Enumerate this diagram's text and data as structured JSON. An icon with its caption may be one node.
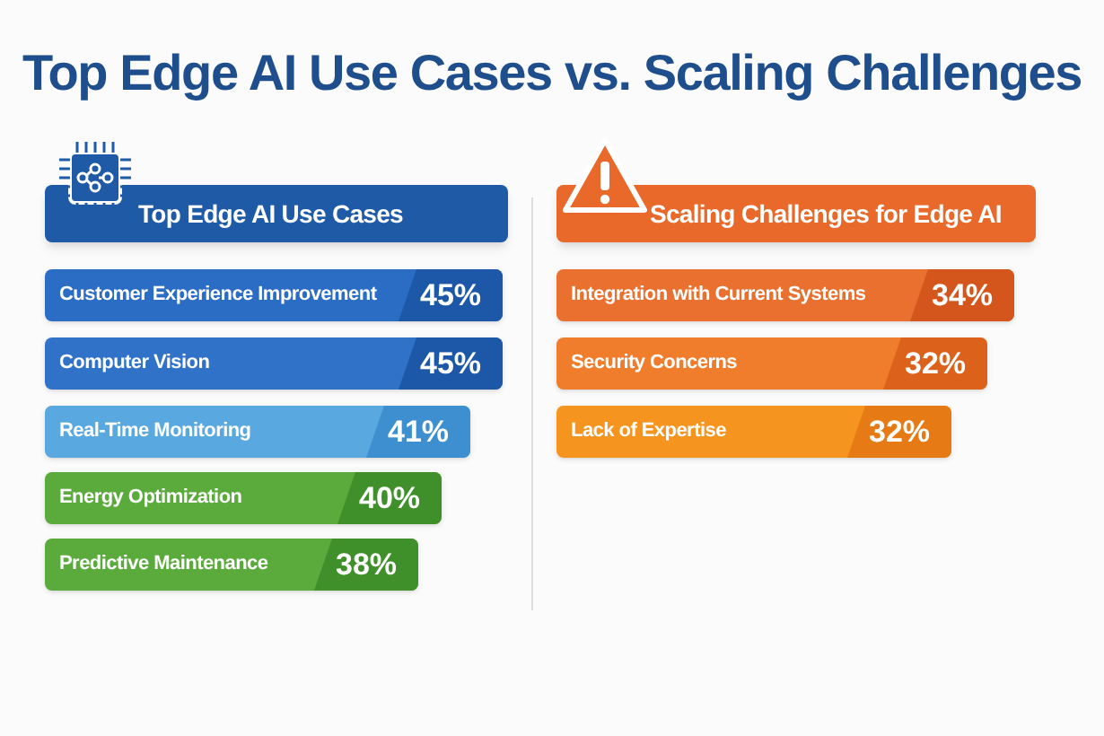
{
  "diagram": {
    "title": "Top Edge AI Use Cases vs. Scaling Challenges",
    "nodes": [
      {
        "text": [
          "Top Edge AI Use Cases"
        ]
      },
      {
        "text": [
          "Customer Experience Improvement",
          "45%"
        ]
      },
      {
        "text": [
          "Computer Vision",
          "45%"
        ]
      },
      {
        "text": [
          "Real-Time Monitoring",
          "41%"
        ]
      },
      {
        "text": [
          "Energy Optimization",
          "40%"
        ]
      },
      {
        "text": [
          "Predictive Maintenance",
          "38%"
        ]
      },
      {
        "text": [
          "Scaling Challenges for Edge AI"
        ]
      },
      {
        "text": [
          "Integration with Current Systems",
          "34%"
        ]
      },
      {
        "text": [
          "Security Concerns",
          "32%"
        ]
      },
      {
        "text": [
          "Lack of Expertise",
          "32%"
        ]
      }
    ]
  }
}
